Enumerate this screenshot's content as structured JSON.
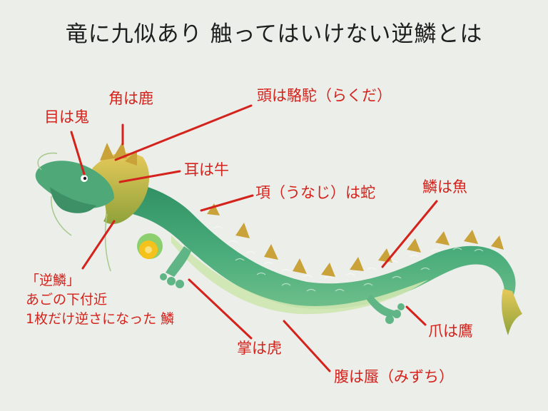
{
  "title": "竜に九似あり 触ってはいけない逆鱗とは",
  "labels": {
    "tsuno": "角は鹿",
    "me": "目は鬼",
    "atama": "頭は駱駝（らくだ）",
    "mimi": "耳は牛",
    "unaji": "項（うなじ）は蛇",
    "uroko": "鱗は魚",
    "tsume": "爪は鷹",
    "te": "掌は虎",
    "hara": "腹は蜃（みずち）"
  },
  "note": {
    "line1": "「逆鱗」",
    "line2": "あごの下付近",
    "line3": "1枚だけ逆さになった 鱗"
  },
  "colors": {
    "label": "#d4231c",
    "pointer": "#d4231c",
    "dragon_body": "#4cae7c",
    "dragon_belly": "#cfe6b0",
    "mane": "#c9b13a",
    "pearl": "#f4c21b",
    "background": "#eceeea"
  }
}
